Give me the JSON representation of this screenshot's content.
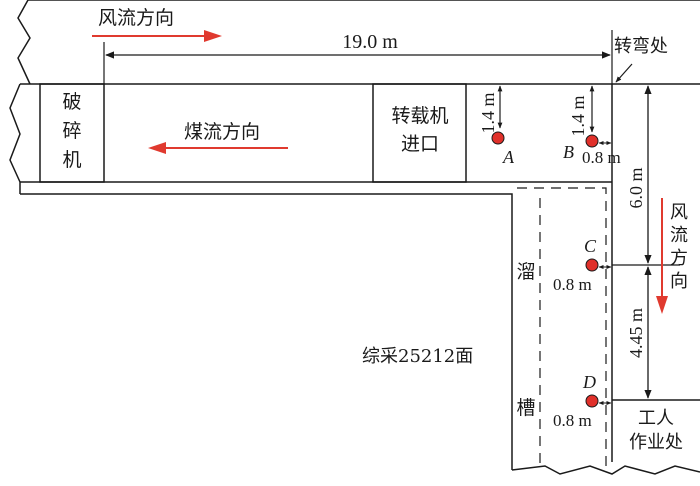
{
  "labels": {
    "wind_dir_top": "风流方向",
    "coal_flow_dir": "煤流方向",
    "crusher": [
      "破",
      "碎",
      "机"
    ],
    "transfer_inlet": [
      "转载机",
      "进口"
    ],
    "turn_point": "转弯处",
    "face_name": "综采25212面",
    "chute": [
      "溜",
      "槽"
    ],
    "wind_dir_side": [
      "风",
      "流",
      "方",
      "向"
    ],
    "worker_area": [
      "工人",
      "作业处"
    ]
  },
  "dimensions": {
    "span": "19.0 m",
    "dist_A": "1.4 m",
    "dist_B": "1.4 m",
    "offset_B": "0.8 m",
    "offset_C": "0.8 m",
    "offset_D": "0.8 m",
    "vertical_upper": "6.0 m",
    "vertical_lower": "4.45 m"
  },
  "points": {
    "A": "A",
    "B": "B",
    "C": "C",
    "D": "D"
  },
  "colors": {
    "line": "#1a1a1a",
    "arrow_red": "#e03a2f",
    "point_fill": "#e0302a"
  }
}
